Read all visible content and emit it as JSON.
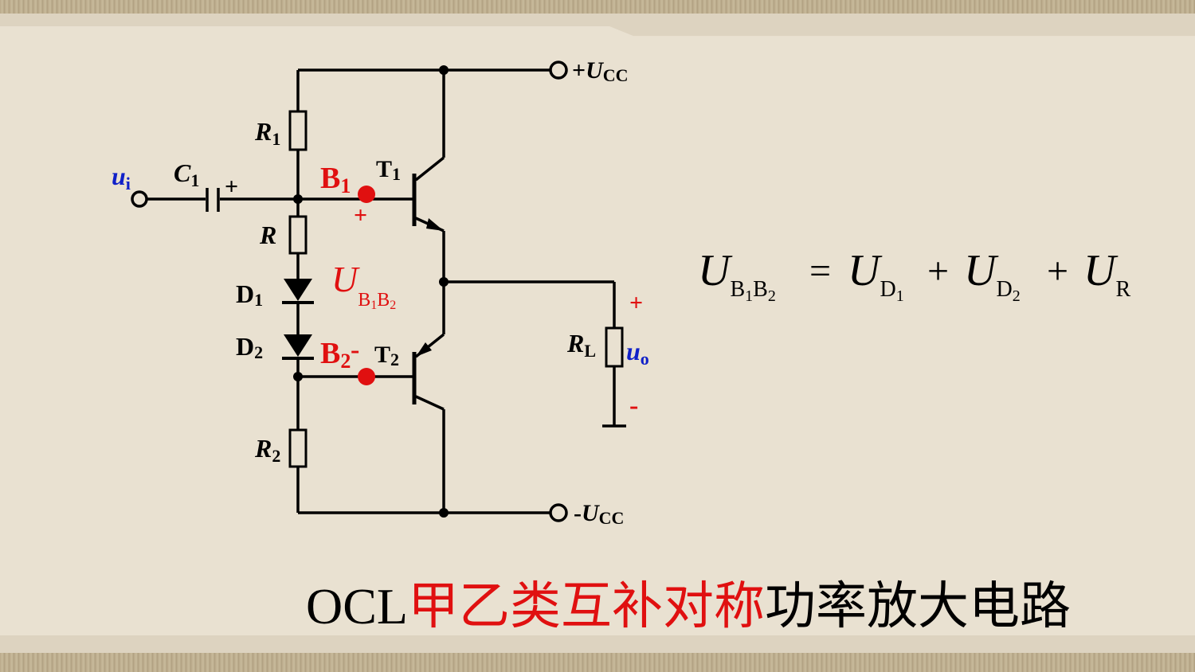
{
  "labels": {
    "vcc_pos_prefix": "+",
    "vcc_neg_prefix": "-",
    "vcc_sym": "U",
    "vcc_sub": "CC",
    "r1_sym": "R",
    "r1_sub": "1",
    "r_sym": "R",
    "r2_sym": "R",
    "r2_sub": "2",
    "c1_sym": "C",
    "c1_sub": "1",
    "ui_sym": "u",
    "ui_sub": "i",
    "d1": "D",
    "d1_sub": "1",
    "d2": "D",
    "d2_sub": "2",
    "t1": "T",
    "t1_sub": "1",
    "t2": "T",
    "t2_sub": "2",
    "b1": "B",
    "b1_sub": "1",
    "b2": "B",
    "b2_sub": "2",
    "ub1b2_sym": "U",
    "ub1b2_sub_b": "B",
    "ub1b2_sub_1": "1",
    "ub1b2_sub_b2": "B",
    "ub1b2_sub_2": "2",
    "rl_sym": "R",
    "rl_sub": "L",
    "uo_sym": "u",
    "uo_sub": "o",
    "plus": "+",
    "minus": "-"
  },
  "formula": {
    "lhs_sym": "U",
    "lhs_sub_b": "B",
    "lhs_sub_1": "1",
    "lhs_sub_b2": "B",
    "lhs_sub_2": "2",
    "eq": "=",
    "t1_sym": "U",
    "t1_sub": "D",
    "t1_subsub": "1",
    "plus1": "+",
    "t2_sym": "U",
    "t2_sub": "D",
    "t2_subsub": "2",
    "plus2": "+",
    "t3_sym": "U",
    "t3_sub": "R"
  },
  "caption": {
    "prefix": "OCL",
    "highlight": "甲乙类互补对称",
    "suffix": "功率放大电路"
  },
  "colors": {
    "red": "#e01010",
    "blue": "#1020c8",
    "background": "#e9e1d1"
  }
}
